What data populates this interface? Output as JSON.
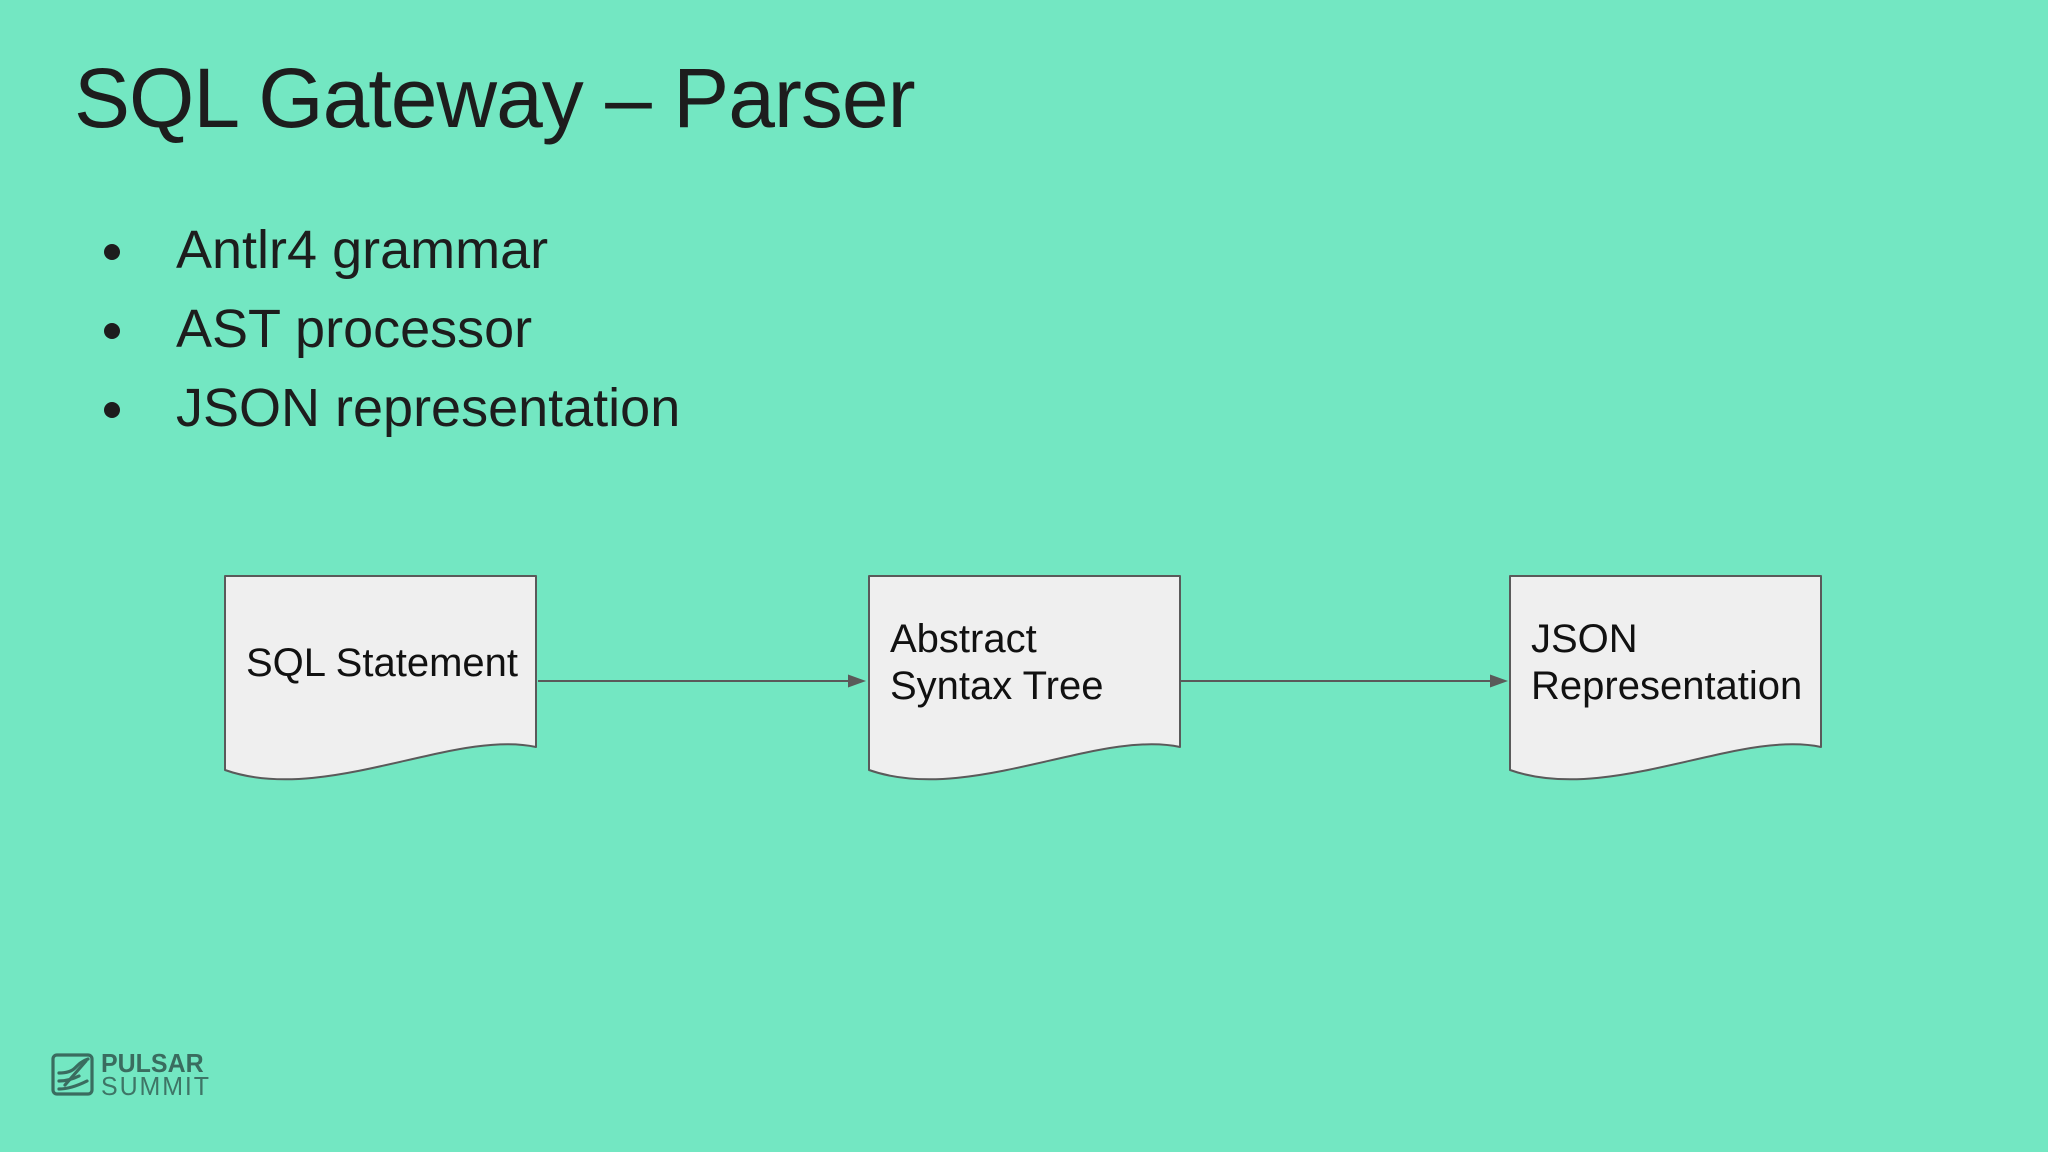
{
  "slide": {
    "title": "SQL Gateway – Parser",
    "bullets": [
      {
        "text": "Antlr4 grammar"
      },
      {
        "text": "AST processor"
      },
      {
        "text": "JSON representation"
      }
    ]
  },
  "diagram": {
    "nodes": [
      {
        "id": "sql-statement",
        "lines": [
          "SQL Statement"
        ]
      },
      {
        "id": "abstract-syntax-tree",
        "lines": [
          "Abstract",
          "Syntax Tree"
        ]
      },
      {
        "id": "json-representation",
        "lines": [
          "JSON",
          "Representation"
        ]
      }
    ],
    "connections": [
      {
        "from": "sql-statement",
        "to": "abstract-syntax-tree"
      },
      {
        "from": "abstract-syntax-tree",
        "to": "json-representation"
      }
    ]
  },
  "footer": {
    "logo": {
      "line1": "PULSAR",
      "line2": "SUMMIT"
    }
  },
  "colors": {
    "background": "#73e7c2",
    "text": "#1d1d1d",
    "node_fill": "#efefef",
    "node_border": "#5a5a5a",
    "arrow": "#5a5a5a",
    "logo": "#3a6c5f"
  }
}
